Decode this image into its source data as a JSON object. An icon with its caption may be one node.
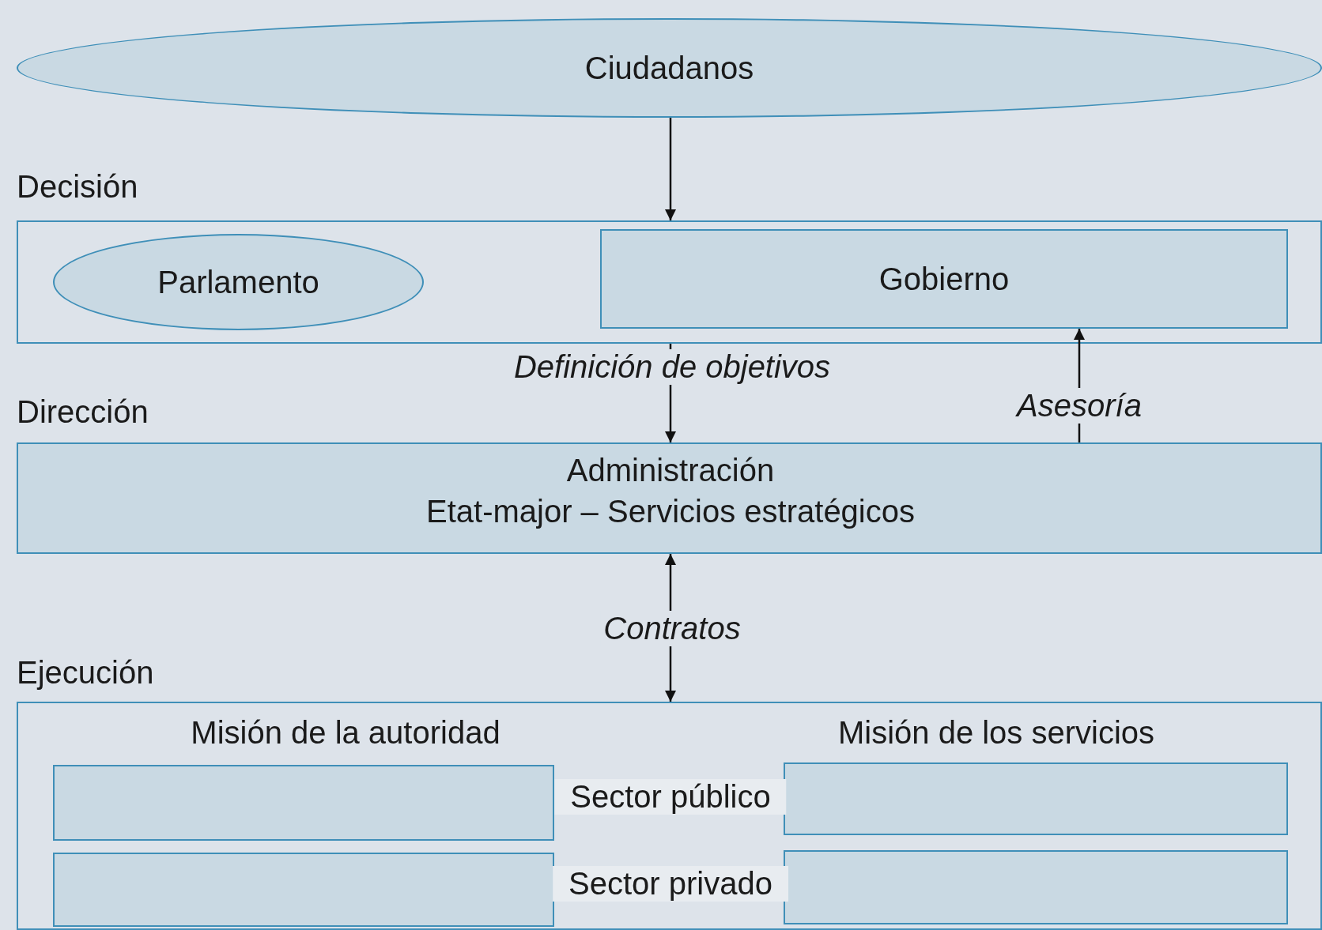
{
  "diagram": {
    "nodes": [
      {
        "text": [
          "Ciudadanos"
        ]
      },
      {
        "text": [
          "Decisión"
        ]
      },
      {
        "text": [
          "Parlamento"
        ],
        "in": 1
      },
      {
        "text": [
          "Gobierno"
        ],
        "in": 1
      },
      {
        "text": [
          "Dirección",
          "Administración",
          "Etat-major – Servicios estratégicos"
        ]
      },
      {
        "text": [
          "Ejecución",
          "Misión de la autoridad",
          "Misión de los servicios"
        ]
      },
      {
        "text": [],
        "shape": "box",
        "in": 5
      },
      {
        "text": [],
        "shape": "box",
        "in": 5
      },
      {
        "text": [],
        "shape": "box",
        "in": 5
      },
      {
        "text": [],
        "shape": "box",
        "in": 5
      }
    ],
    "edges": [
      {
        "from": 0,
        "to": 1,
        "arrow": "to"
      },
      {
        "from": 1,
        "to": 4,
        "arrow": "to",
        "label": "Definición de objetivos"
      },
      {
        "from": 4,
        "to": 3,
        "arrow": "to",
        "label": "Asesoría"
      },
      {
        "from": 4,
        "to": 5,
        "arrow": "both",
        "label": "Contratos"
      }
    ],
    "labels": [
      "Sector público",
      "Sector privado"
    ]
  }
}
